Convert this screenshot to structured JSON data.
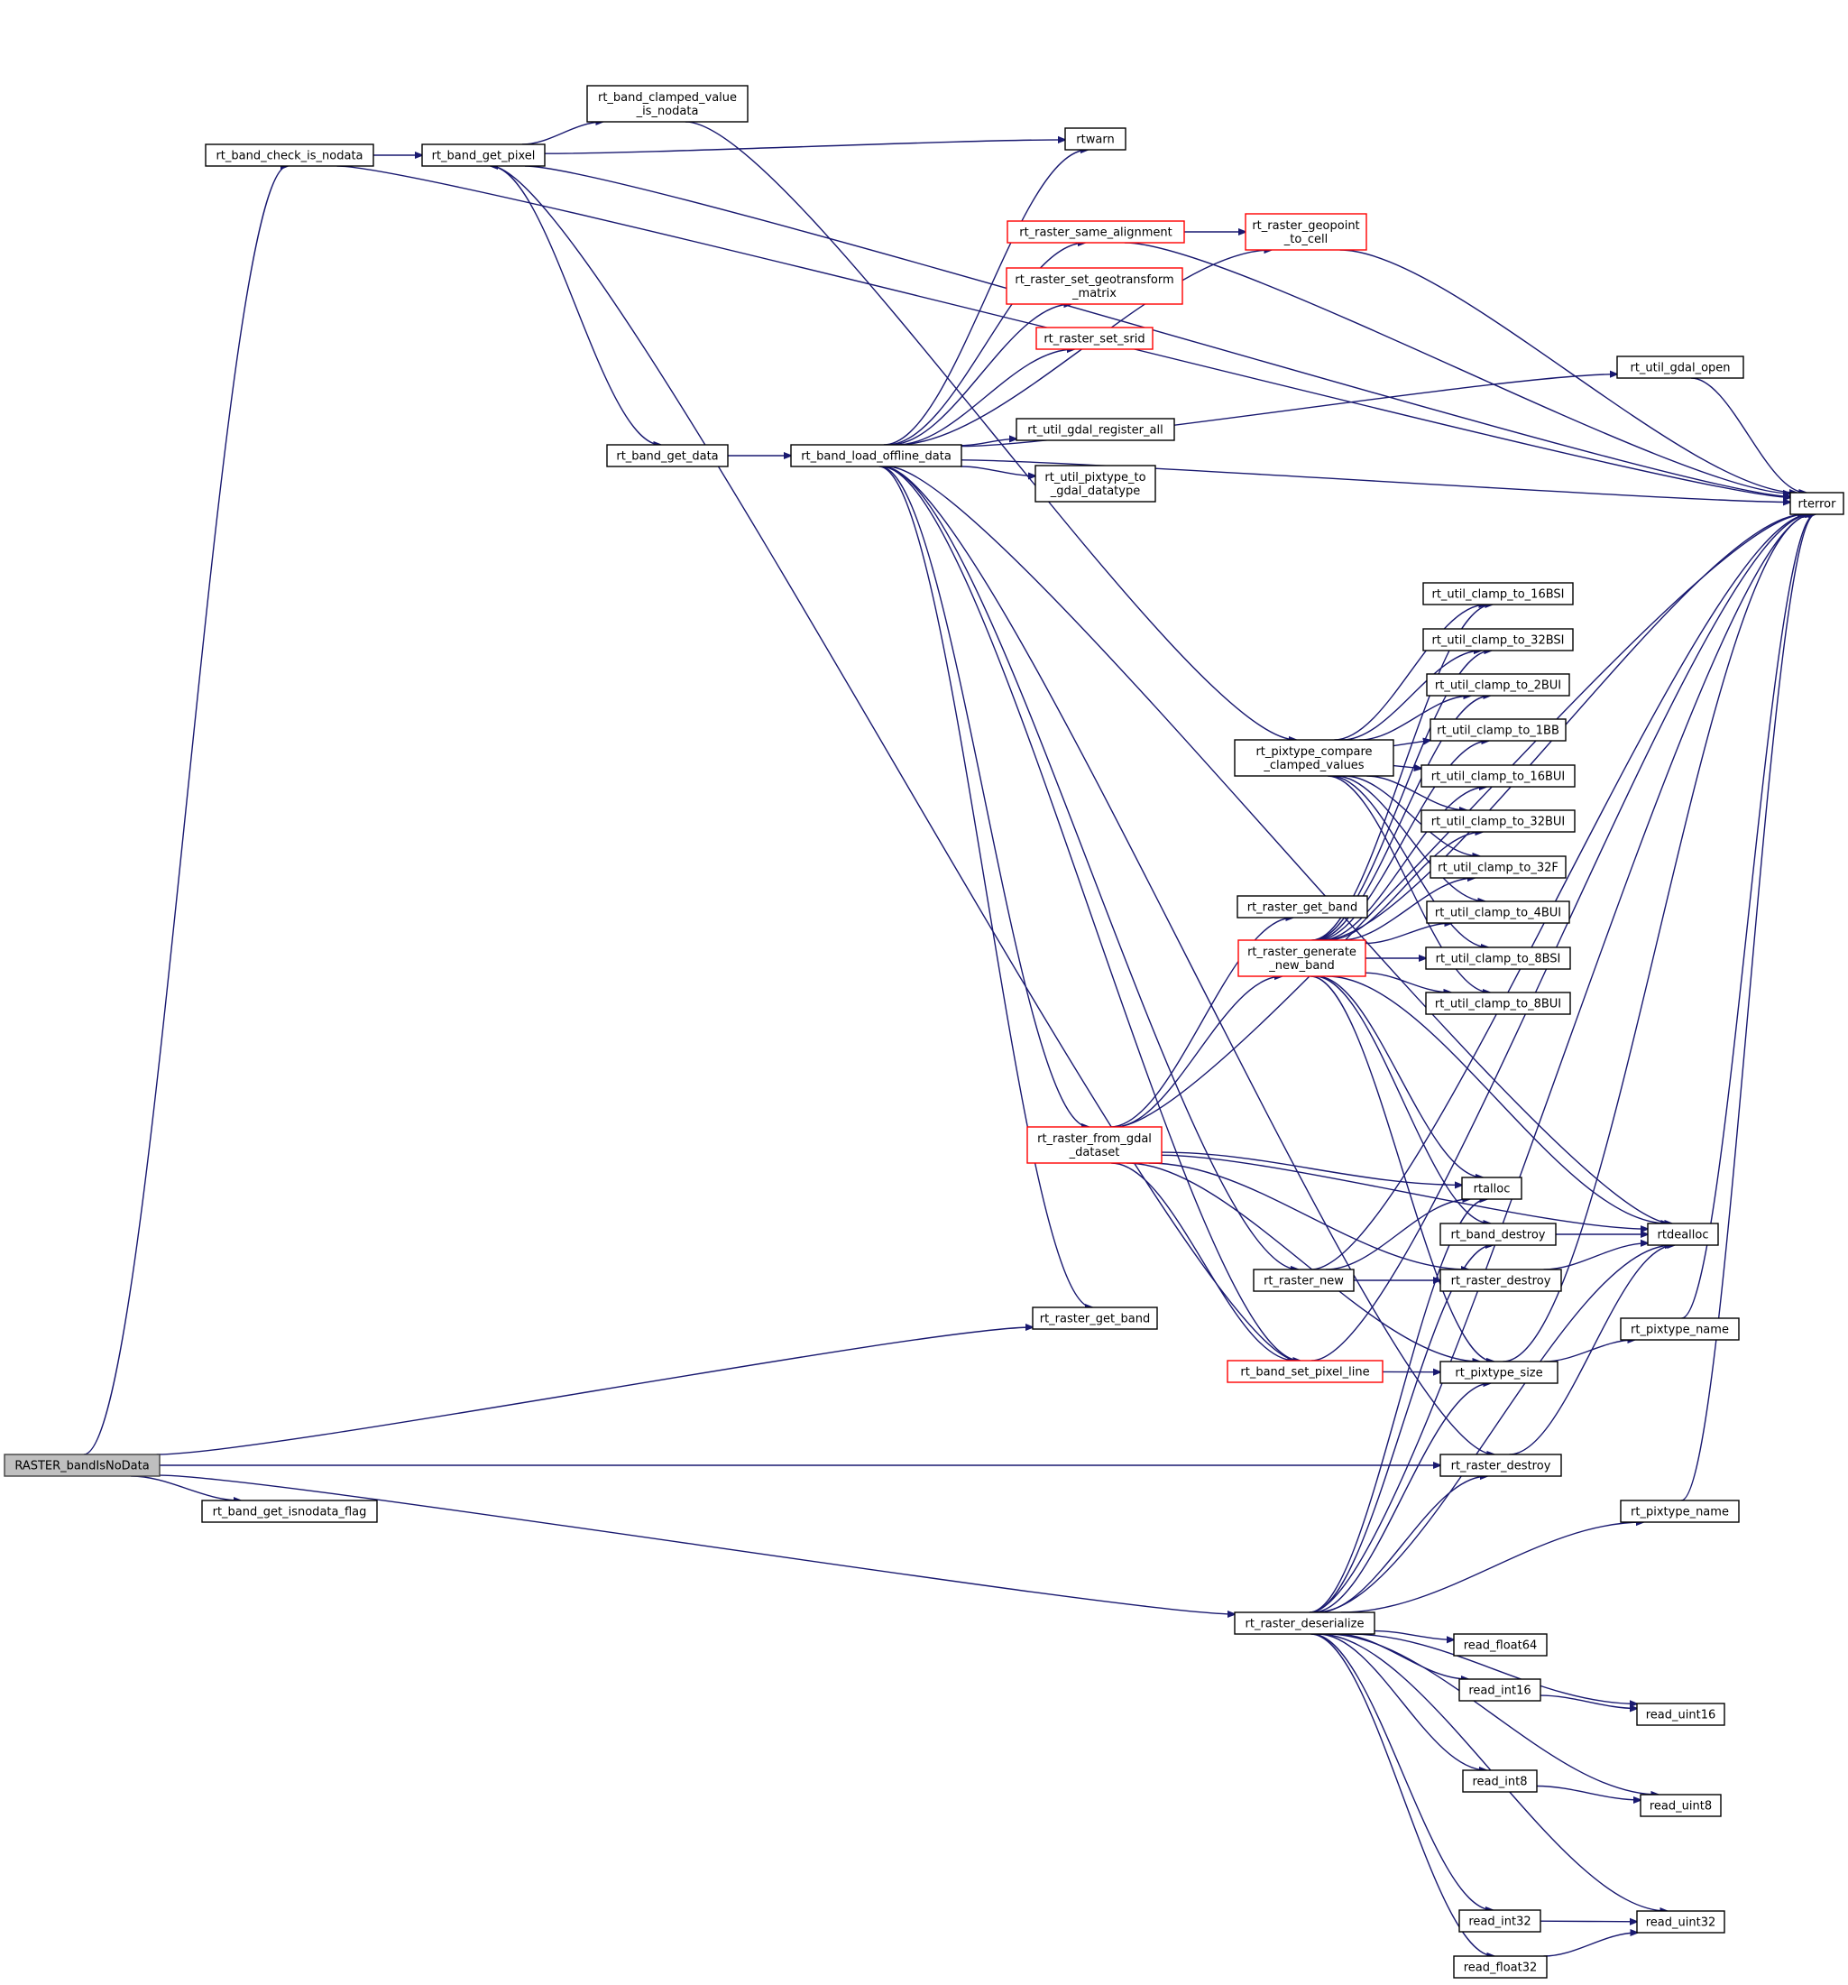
{
  "colors": {
    "edge": "#191970",
    "node_border": "#000000",
    "truncated_node_border": "#ff0000",
    "root_fill": "#bfbfbf",
    "node_fill": "#ffffff"
  },
  "nodes": {
    "RASTER_bandIsNoData": {
      "lines": [
        "RASTER_bandIsNoData"
      ],
      "style": "root"
    },
    "rt_band_check_is_nodata": {
      "lines": [
        "rt_band_check_is_nodata"
      ],
      "style": "normal"
    },
    "rt_band_get_pixel": {
      "lines": [
        "rt_band_get_pixel"
      ],
      "style": "normal"
    },
    "rt_band_clamped_value_is_nodata": {
      "lines": [
        "rt_band_clamped_value",
        "_is_nodata"
      ],
      "style": "normal"
    },
    "rtwarn": {
      "lines": [
        "rtwarn"
      ],
      "style": "normal"
    },
    "rterror": {
      "lines": [
        "rterror"
      ],
      "style": "normal"
    },
    "rt_band_get_data": {
      "lines": [
        "rt_band_get_data"
      ],
      "style": "normal"
    },
    "rt_band_load_offline_data": {
      "lines": [
        "rt_band_load_offline_data"
      ],
      "style": "normal"
    },
    "rt_raster_same_alignment": {
      "lines": [
        "rt_raster_same_alignment"
      ],
      "style": "red"
    },
    "rt_raster_geopoint_to_cell": {
      "lines": [
        "rt_raster_geopoint",
        "_to_cell"
      ],
      "style": "red"
    },
    "rt_raster_set_geotransform_matrix": {
      "lines": [
        "rt_raster_set_geotransform",
        "_matrix"
      ],
      "style": "red"
    },
    "rt_raster_set_srid": {
      "lines": [
        "rt_raster_set_srid"
      ],
      "style": "red"
    },
    "rt_util_gdal_open": {
      "lines": [
        "rt_util_gdal_open"
      ],
      "style": "normal"
    },
    "rt_util_gdal_register_all": {
      "lines": [
        "rt_util_gdal_register_all"
      ],
      "style": "normal"
    },
    "rt_util_pixtype_to_gdal_datatype": {
      "lines": [
        "rt_util_pixtype_to",
        "_gdal_datatype"
      ],
      "style": "normal"
    },
    "rt_util_clamp_to_16BSI": {
      "lines": [
        "rt_util_clamp_to_16BSI"
      ],
      "style": "normal"
    },
    "rt_util_clamp_to_32BSI": {
      "lines": [
        "rt_util_clamp_to_32BSI"
      ],
      "style": "normal"
    },
    "rt_util_clamp_to_2BUI": {
      "lines": [
        "rt_util_clamp_to_2BUI"
      ],
      "style": "normal"
    },
    "rt_util_clamp_to_1BB": {
      "lines": [
        "rt_util_clamp_to_1BB"
      ],
      "style": "normal"
    },
    "rt_util_clamp_to_16BUI": {
      "lines": [
        "rt_util_clamp_to_16BUI"
      ],
      "style": "normal"
    },
    "rt_util_clamp_to_32BUI": {
      "lines": [
        "rt_util_clamp_to_32BUI"
      ],
      "style": "normal"
    },
    "rt_util_clamp_to_32F": {
      "lines": [
        "rt_util_clamp_to_32F"
      ],
      "style": "normal"
    },
    "rt_util_clamp_to_4BUI": {
      "lines": [
        "rt_util_clamp_to_4BUI"
      ],
      "style": "normal"
    },
    "rt_util_clamp_to_8BSI": {
      "lines": [
        "rt_util_clamp_to_8BSI"
      ],
      "style": "normal"
    },
    "rt_util_clamp_to_8BUI": {
      "lines": [
        "rt_util_clamp_to_8BUI"
      ],
      "style": "normal"
    },
    "rt_pixtype_compare_clamped_values": {
      "lines": [
        "rt_pixtype_compare",
        "_clamped_values"
      ],
      "style": "normal"
    },
    "rt_raster_get_band_a": {
      "lines": [
        "rt_raster_get_band"
      ],
      "style": "normal"
    },
    "rt_raster_generate_new_band": {
      "lines": [
        "rt_raster_generate",
        "_new_band"
      ],
      "style": "red"
    },
    "rt_raster_from_gdal_dataset": {
      "lines": [
        "rt_raster_from_gdal",
        "_dataset"
      ],
      "style": "red"
    },
    "rtalloc": {
      "lines": [
        "rtalloc"
      ],
      "style": "normal"
    },
    "rt_band_destroy": {
      "lines": [
        "rt_band_destroy"
      ],
      "style": "normal"
    },
    "rtdealloc": {
      "lines": [
        "rtdealloc"
      ],
      "style": "normal"
    },
    "rt_raster_new": {
      "lines": [
        "rt_raster_new"
      ],
      "style": "normal"
    },
    "rt_raster_destroy_a": {
      "lines": [
        "rt_raster_destroy"
      ],
      "style": "normal"
    },
    "rt_raster_get_band_b": {
      "lines": [
        "rt_raster_get_band"
      ],
      "style": "normal"
    },
    "rt_pixtype_name_a": {
      "lines": [
        "rt_pixtype_name"
      ],
      "style": "normal"
    },
    "rt_band_set_pixel_line": {
      "lines": [
        "rt_band_set_pixel_line"
      ],
      "style": "red"
    },
    "rt_pixtype_size": {
      "lines": [
        "rt_pixtype_size"
      ],
      "style": "normal"
    },
    "rt_raster_destroy_b": {
      "lines": [
        "rt_raster_destroy"
      ],
      "style": "normal"
    },
    "rt_band_get_isnodata_flag": {
      "lines": [
        "rt_band_get_isnodata_flag"
      ],
      "style": "normal"
    },
    "rt_pixtype_name_b": {
      "lines": [
        "rt_pixtype_name"
      ],
      "style": "normal"
    },
    "rt_raster_deserialize": {
      "lines": [
        "rt_raster_deserialize"
      ],
      "style": "normal"
    },
    "read_float64": {
      "lines": [
        "read_float64"
      ],
      "style": "normal"
    },
    "read_int16": {
      "lines": [
        "read_int16"
      ],
      "style": "normal"
    },
    "read_uint16": {
      "lines": [
        "read_uint16"
      ],
      "style": "normal"
    },
    "read_int8": {
      "lines": [
        "read_int8"
      ],
      "style": "normal"
    },
    "read_uint8": {
      "lines": [
        "read_uint8"
      ],
      "style": "normal"
    },
    "read_int32": {
      "lines": [
        "read_int32"
      ],
      "style": "normal"
    },
    "read_uint32": {
      "lines": [
        "read_uint32"
      ],
      "style": "normal"
    },
    "read_float32": {
      "lines": [
        "read_float32"
      ],
      "style": "normal"
    }
  },
  "edges": [
    [
      "RASTER_bandIsNoData",
      "rt_band_check_is_nodata"
    ],
    [
      "RASTER_bandIsNoData",
      "rt_raster_get_band_b"
    ],
    [
      "RASTER_bandIsNoData",
      "rt_raster_destroy_b"
    ],
    [
      "RASTER_bandIsNoData",
      "rt_band_get_isnodata_flag"
    ],
    [
      "RASTER_bandIsNoData",
      "rt_raster_deserialize"
    ],
    [
      "rt_band_check_is_nodata",
      "rt_band_get_pixel"
    ],
    [
      "rt_band_check_is_nodata",
      "rterror"
    ],
    [
      "rt_band_get_pixel",
      "rt_band_clamped_value_is_nodata"
    ],
    [
      "rt_band_get_pixel",
      "rtwarn"
    ],
    [
      "rt_band_get_pixel",
      "rterror"
    ],
    [
      "rt_band_get_pixel",
      "rt_band_get_data"
    ],
    [
      "rt_band_clamped_value_is_nodata",
      "rt_pixtype_compare_clamped_values"
    ],
    [
      "rt_band_get_data",
      "rt_band_load_offline_data"
    ],
    [
      "rt_band_load_offline_data",
      "rtwarn"
    ],
    [
      "rt_band_load_offline_data",
      "rt_raster_same_alignment"
    ],
    [
      "rt_band_load_offline_data",
      "rt_raster_geopoint_to_cell"
    ],
    [
      "rt_band_load_offline_data",
      "rt_raster_set_geotransform_matrix"
    ],
    [
      "rt_band_load_offline_data",
      "rt_raster_set_srid"
    ],
    [
      "rt_band_load_offline_data",
      "rt_util_gdal_open"
    ],
    [
      "rt_band_load_offline_data",
      "rt_util_gdal_register_all"
    ],
    [
      "rt_band_load_offline_data",
      "rt_util_pixtype_to_gdal_datatype"
    ],
    [
      "rt_band_load_offline_data",
      "rterror"
    ],
    [
      "rt_band_load_offline_data",
      "rtdealloc"
    ],
    [
      "rt_band_load_offline_data",
      "rt_raster_from_gdal_dataset"
    ],
    [
      "rt_band_load_offline_data",
      "rt_raster_new"
    ],
    [
      "rt_band_load_offline_data",
      "rt_raster_get_band_b"
    ],
    [
      "rt_band_load_offline_data",
      "rt_band_set_pixel_line"
    ],
    [
      "rt_band_load_offline_data",
      "rt_raster_destroy_b"
    ],
    [
      "rt_raster_same_alignment",
      "rt_raster_geopoint_to_cell"
    ],
    [
      "rt_raster_same_alignment",
      "rterror"
    ],
    [
      "rt_raster_geopoint_to_cell",
      "rterror"
    ],
    [
      "rt_util_gdal_open",
      "rterror"
    ],
    [
      "rt_pixtype_compare_clamped_values",
      "rt_util_clamp_to_16BSI"
    ],
    [
      "rt_pixtype_compare_clamped_values",
      "rt_util_clamp_to_32BSI"
    ],
    [
      "rt_pixtype_compare_clamped_values",
      "rt_util_clamp_to_2BUI"
    ],
    [
      "rt_pixtype_compare_clamped_values",
      "rt_util_clamp_to_1BB"
    ],
    [
      "rt_pixtype_compare_clamped_values",
      "rt_util_clamp_to_16BUI"
    ],
    [
      "rt_pixtype_compare_clamped_values",
      "rt_util_clamp_to_32BUI"
    ],
    [
      "rt_pixtype_compare_clamped_values",
      "rt_util_clamp_to_32F"
    ],
    [
      "rt_pixtype_compare_clamped_values",
      "rt_util_clamp_to_4BUI"
    ],
    [
      "rt_pixtype_compare_clamped_values",
      "rt_util_clamp_to_8BSI"
    ],
    [
      "rt_pixtype_compare_clamped_values",
      "rt_util_clamp_to_8BUI"
    ],
    [
      "rt_raster_generate_new_band",
      "rt_util_clamp_to_16BSI"
    ],
    [
      "rt_raster_generate_new_band",
      "rt_util_clamp_to_32BSI"
    ],
    [
      "rt_raster_generate_new_band",
      "rt_util_clamp_to_2BUI"
    ],
    [
      "rt_raster_generate_new_band",
      "rt_util_clamp_to_1BB"
    ],
    [
      "rt_raster_generate_new_band",
      "rt_util_clamp_to_16BUI"
    ],
    [
      "rt_raster_generate_new_band",
      "rt_util_clamp_to_32BUI"
    ],
    [
      "rt_raster_generate_new_band",
      "rt_util_clamp_to_32F"
    ],
    [
      "rt_raster_generate_new_band",
      "rt_util_clamp_to_4BUI"
    ],
    [
      "rt_raster_generate_new_band",
      "rt_util_clamp_to_8BSI"
    ],
    [
      "rt_raster_generate_new_band",
      "rt_util_clamp_to_8BUI"
    ],
    [
      "rt_raster_generate_new_band",
      "rterror"
    ],
    [
      "rt_raster_generate_new_band",
      "rtalloc"
    ],
    [
      "rt_raster_generate_new_band",
      "rt_band_destroy"
    ],
    [
      "rt_raster_generate_new_band",
      "rtdealloc"
    ],
    [
      "rt_raster_generate_new_band",
      "rt_pixtype_size"
    ],
    [
      "rt_raster_from_gdal_dataset",
      "rterror"
    ],
    [
      "rt_raster_from_gdal_dataset",
      "rt_raster_get_band_a"
    ],
    [
      "rt_raster_from_gdal_dataset",
      "rt_raster_generate_new_band"
    ],
    [
      "rt_raster_from_gdal_dataset",
      "rtalloc"
    ],
    [
      "rt_raster_from_gdal_dataset",
      "rtdealloc"
    ],
    [
      "rt_raster_from_gdal_dataset",
      "rt_raster_destroy_a"
    ],
    [
      "rt_raster_from_gdal_dataset",
      "rt_band_set_pixel_line"
    ],
    [
      "rt_raster_from_gdal_dataset",
      "rt_pixtype_size"
    ],
    [
      "rt_raster_new",
      "rtalloc"
    ],
    [
      "rt_raster_new",
      "rt_raster_destroy_a"
    ],
    [
      "rt_raster_new",
      "rterror"
    ],
    [
      "rt_band_destroy",
      "rtdealloc"
    ],
    [
      "rt_raster_destroy_a",
      "rtdealloc"
    ],
    [
      "rt_band_set_pixel_line",
      "rt_band_get_pixel"
    ],
    [
      "rt_band_set_pixel_line",
      "rt_pixtype_size"
    ],
    [
      "rt_band_set_pixel_line",
      "rterror"
    ],
    [
      "rt_pixtype_size",
      "rt_pixtype_name_a"
    ],
    [
      "rt_pixtype_size",
      "rterror"
    ],
    [
      "rt_pixtype_name_a",
      "rterror"
    ],
    [
      "rt_raster_destroy_b",
      "rtdealloc"
    ],
    [
      "rt_pixtype_name_b",
      "rterror"
    ],
    [
      "rt_raster_deserialize",
      "rtalloc"
    ],
    [
      "rt_raster_deserialize",
      "rt_band_destroy"
    ],
    [
      "rt_raster_deserialize",
      "rtdealloc"
    ],
    [
      "rt_raster_deserialize",
      "rt_pixtype_size"
    ],
    [
      "rt_raster_deserialize",
      "rt_raster_destroy_b"
    ],
    [
      "rt_raster_deserialize",
      "rt_pixtype_name_b"
    ],
    [
      "rt_raster_deserialize",
      "rterror"
    ],
    [
      "rt_raster_deserialize",
      "read_float64"
    ],
    [
      "rt_raster_deserialize",
      "read_int16"
    ],
    [
      "rt_raster_deserialize",
      "read_uint16"
    ],
    [
      "rt_raster_deserialize",
      "read_int8"
    ],
    [
      "rt_raster_deserialize",
      "read_uint8"
    ],
    [
      "rt_raster_deserialize",
      "read_int32"
    ],
    [
      "rt_raster_deserialize",
      "read_uint32"
    ],
    [
      "rt_raster_deserialize",
      "read_float32"
    ],
    [
      "read_int16",
      "read_uint16"
    ],
    [
      "read_int8",
      "read_uint8"
    ],
    [
      "read_int32",
      "read_uint32"
    ],
    [
      "read_float32",
      "read_uint32"
    ]
  ]
}
